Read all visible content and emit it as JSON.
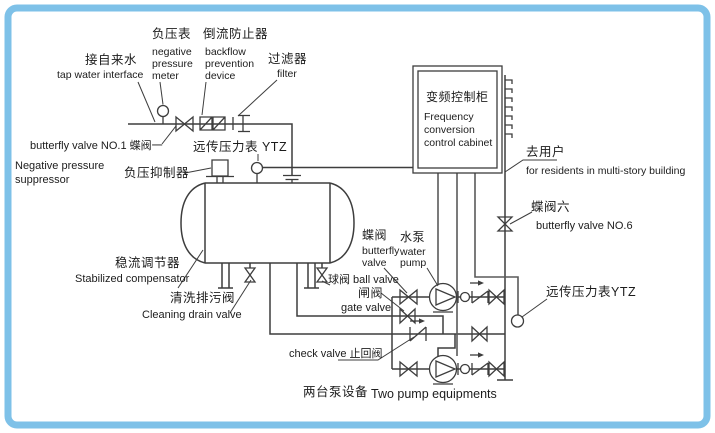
{
  "diagram": {
    "type": "piping-schematic",
    "title_hint": "non-negative-pressure water supply equipment schematic",
    "colors": {
      "border": "#7ec1e8",
      "line": "#3d3d3d",
      "text": "#1c1c1c",
      "background": "#ffffff"
    },
    "labels": {
      "tap_cn": "接自来水",
      "tap_en": "tap water interface",
      "npm_cn": "负压表",
      "npm_en1": "negative",
      "npm_en2": "pressure",
      "npm_en3": "meter",
      "bpd_cn": "倒流防止器",
      "bpd_en1": "backflow",
      "bpd_en2": "prevention",
      "bpd_en3": "device",
      "flt_cn": "过滤器",
      "flt_en": "filter",
      "bv1": "butterfly valve NO.1 蝶阀一",
      "ytz_left": "远传压力表 YTZ",
      "nps_en1": "Negative pressure",
      "nps_en2": "suppressor",
      "nps_cn": "负压抑制器",
      "cab_cn": "变频控制柜",
      "cab_en1": "Frequency",
      "cab_en2": "conversion",
      "cab_en3": "control cabinet",
      "users_cn": "去用户",
      "users_en": "for residents in multi-story building",
      "stab_cn": "稳流调节器",
      "stab_en": "Stabilized compensator",
      "clean_cn": "清洗排污阀",
      "clean_en": "Cleaning drain valve",
      "ball": "球阀 ball valve",
      "gate_cn": "闸阀",
      "gate_en": "gate valve",
      "bfv_cn": "蝶阀",
      "bfv_en1": "butterfly",
      "bfv_en2": "valve",
      "pump_cn": "水泵",
      "pump_en1": "water",
      "pump_en2": "pump",
      "bv6_cn": "蝶阀六",
      "bv6_en": "butterfly valve NO.6",
      "ytz_right": "远传压力表YTZ",
      "check": "check valve 止回阀",
      "tp_cn": "两台泵设备",
      "tp_en": "Two pump equipments"
    }
  }
}
